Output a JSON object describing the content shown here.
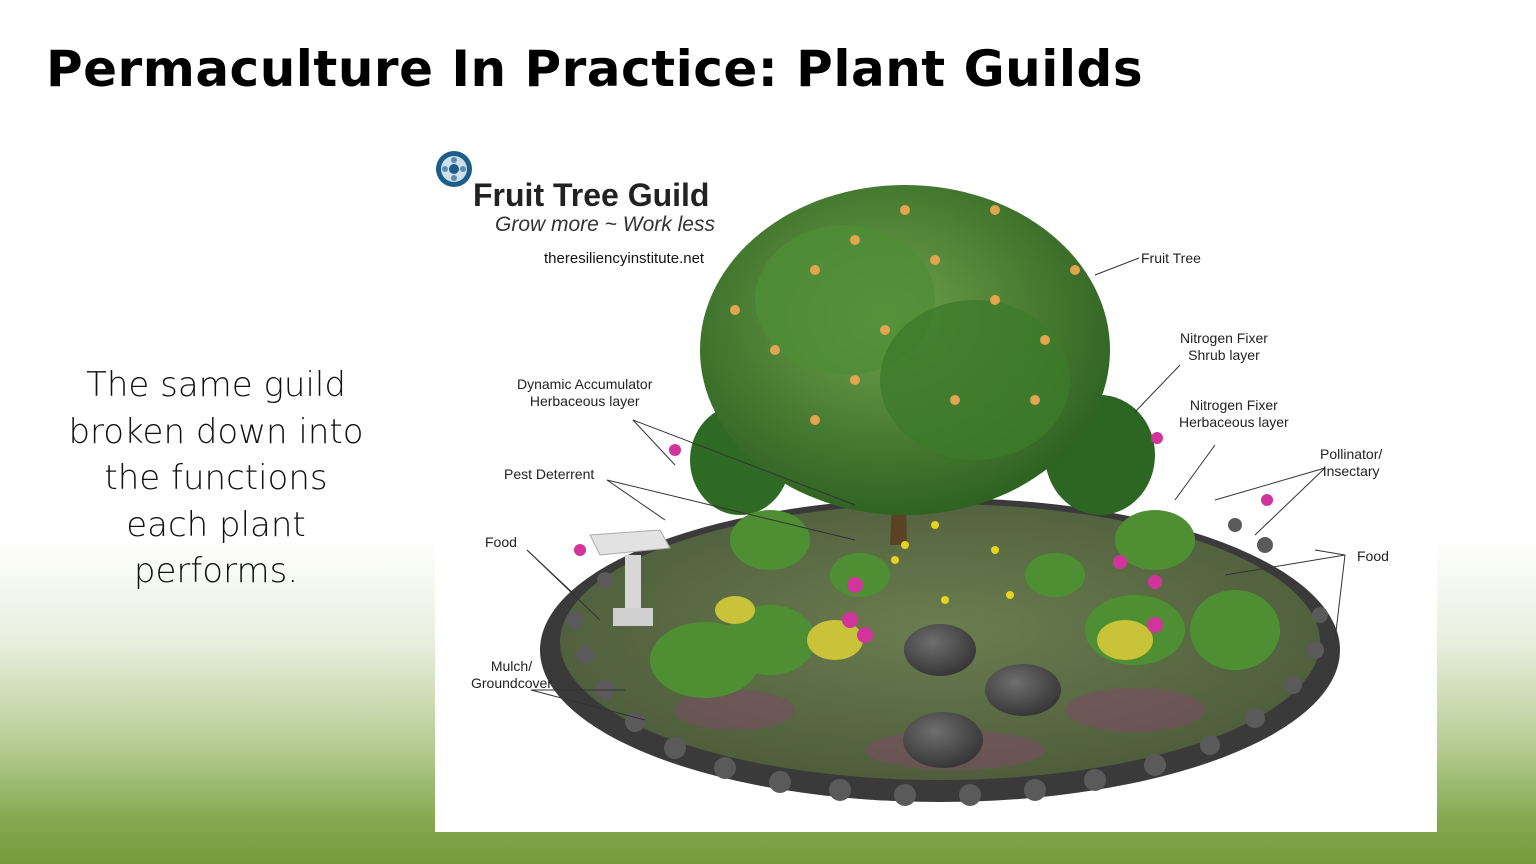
{
  "slide": {
    "title": "Permaculture In Practice: Plant Guilds",
    "body_text": "The same guild broken down into the functions each plant performs."
  },
  "figure": {
    "title": "Fruit Tree Guild",
    "subtitle": "Grow more ~ Work less",
    "website": "theresiliencyinstitute.net",
    "labels": {
      "fruit_tree": "Fruit Tree",
      "nitrogen_shrub_1": "Nitrogen Fixer",
      "nitrogen_shrub_2": "Shrub layer",
      "nitrogen_herb_1": "Nitrogen Fixer",
      "nitrogen_herb_2": "Herbaceous layer",
      "pollinator_1": "Pollinator/",
      "pollinator_2": "Insectary",
      "food_right": "Food",
      "dynamic_1": "Dynamic Accumulator",
      "dynamic_2": "Herbaceous layer",
      "pest": "Pest Deterrent",
      "food_left": "Food",
      "mulch_1": "Mulch/",
      "mulch_2": "Groundcover"
    }
  },
  "colors": {
    "background_gradient_bottom": "#739a3c",
    "foliage": "#3f7a2a",
    "bed": "#5a6b44",
    "stones": "#3d3d3d",
    "flower_pink": "#d1349a",
    "flower_yellow": "#e6d21f"
  }
}
